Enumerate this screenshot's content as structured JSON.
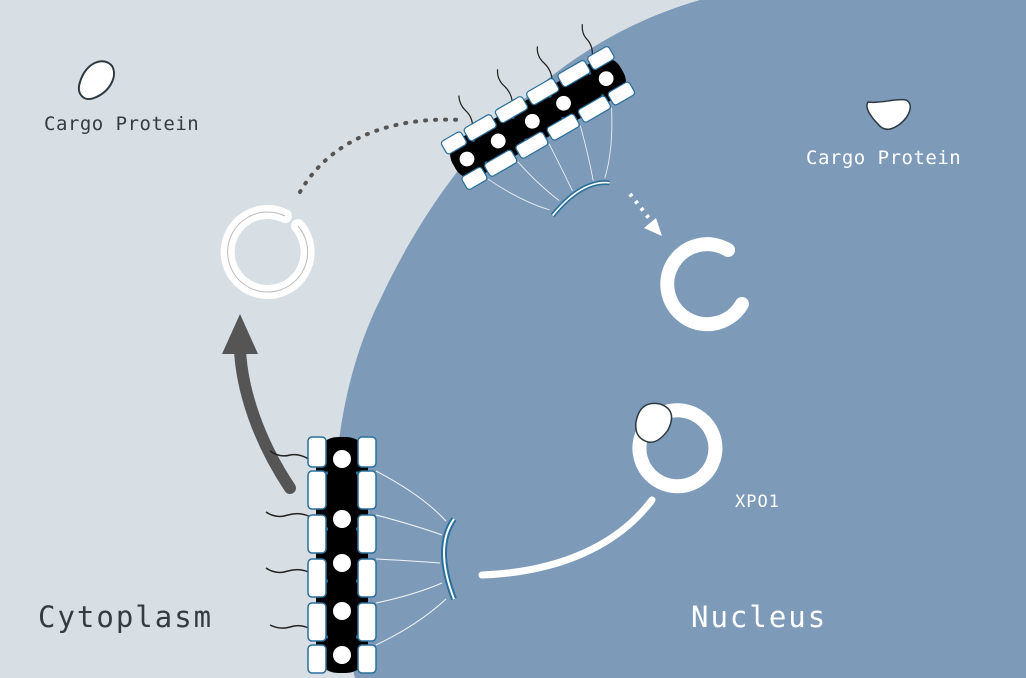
{
  "colors": {
    "cytoplasm": "#d7dfe4",
    "nucleus": "#7d9bb9",
    "pore_body": "#000000",
    "pore_accent": "#2a6f9a",
    "arrow": "#555555",
    "white": "#ffffff",
    "dark_text": "#333c40",
    "light_text": "#ffffff"
  },
  "labels": {
    "cytoplasm": "Cytoplasm",
    "nucleus": "Nucleus",
    "cargo_cytoplasm": "Cargo Protein",
    "cargo_nucleus": "Cargo Protein",
    "xpo1": "XPO1"
  },
  "icons": {
    "pore_top": "nuclear-pore-complex-icon",
    "pore_bottom": "nuclear-pore-complex-icon",
    "cargo_cytoplasm": "cargo-protein-icon",
    "cargo_nucleus": "cargo-protein-icon",
    "xpo1_free_cytoplasm": "xpo1-ring-icon",
    "xpo1_free_nucleus": "xpo1-ring-icon",
    "xpo1_bound": "xpo1-cargo-complex-icon"
  }
}
